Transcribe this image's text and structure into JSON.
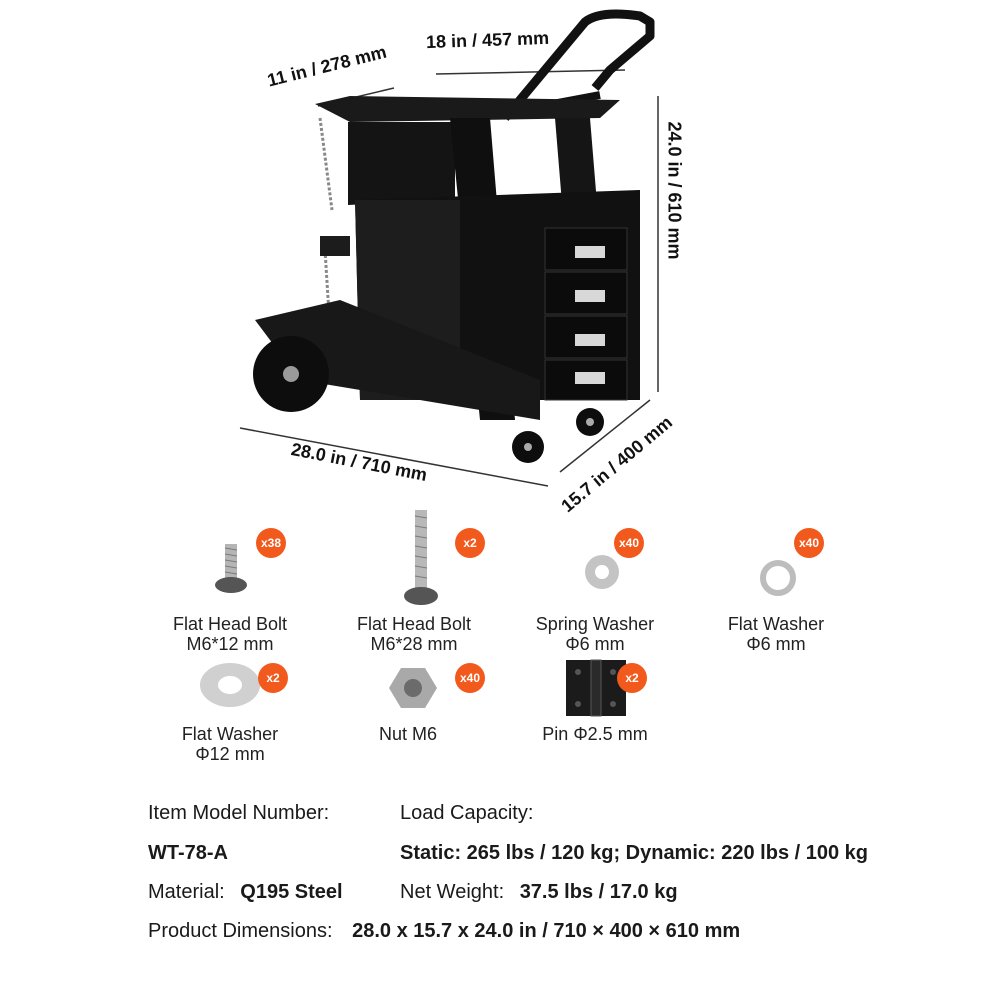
{
  "dimensions": {
    "width_top": "18 in / 457 mm",
    "depth_top": "11 in / 278 mm",
    "height": "24.0 in / 610 mm",
    "length": "28.0 in / 710 mm",
    "depth": "15.7 in / 400 mm"
  },
  "parts": [
    {
      "name": "Flat Head Bolt",
      "spec": "M6*12 mm",
      "qty": "x38",
      "icon": "bolt-short-icon"
    },
    {
      "name": "Flat Head Bolt",
      "spec": "M6*28 mm",
      "qty": "x2",
      "icon": "bolt-long-icon"
    },
    {
      "name": "Spring Washer",
      "spec": "Φ6 mm",
      "qty": "x40",
      "icon": "spring-washer-icon"
    },
    {
      "name": "Flat Washer",
      "spec": "Φ6 mm",
      "qty": "x40",
      "icon": "flat-washer-small-icon"
    },
    {
      "name": "Flat Washer",
      "spec": "Φ12 mm",
      "qty": "x2",
      "icon": "flat-washer-large-icon"
    },
    {
      "name": "Nut M6",
      "spec": "",
      "qty": "x40",
      "icon": "hex-nut-icon"
    },
    {
      "name": "Pin Φ2.5 mm",
      "spec": "",
      "qty": "x2",
      "icon": "hinge-icon"
    }
  ],
  "specs": {
    "model_label": "Item Model Number:",
    "model_value": "WT-78-A",
    "load_label": "Load Capacity:",
    "load_value": "Static: 265 lbs / 120 kg; Dynamic: 220 lbs / 100 kg",
    "material_label": "Material:",
    "material_value": "Q195 Steel",
    "weight_label": "Net Weight:",
    "weight_value": "37.5 lbs / 17.0 kg",
    "dimensions_label": "Product Dimensions:",
    "dimensions_value": "28.0 x 15.7 x 24.0 in / 710 × 400 × 610 mm"
  },
  "colors": {
    "badge": "#f25a1d",
    "cart": "#111111"
  }
}
